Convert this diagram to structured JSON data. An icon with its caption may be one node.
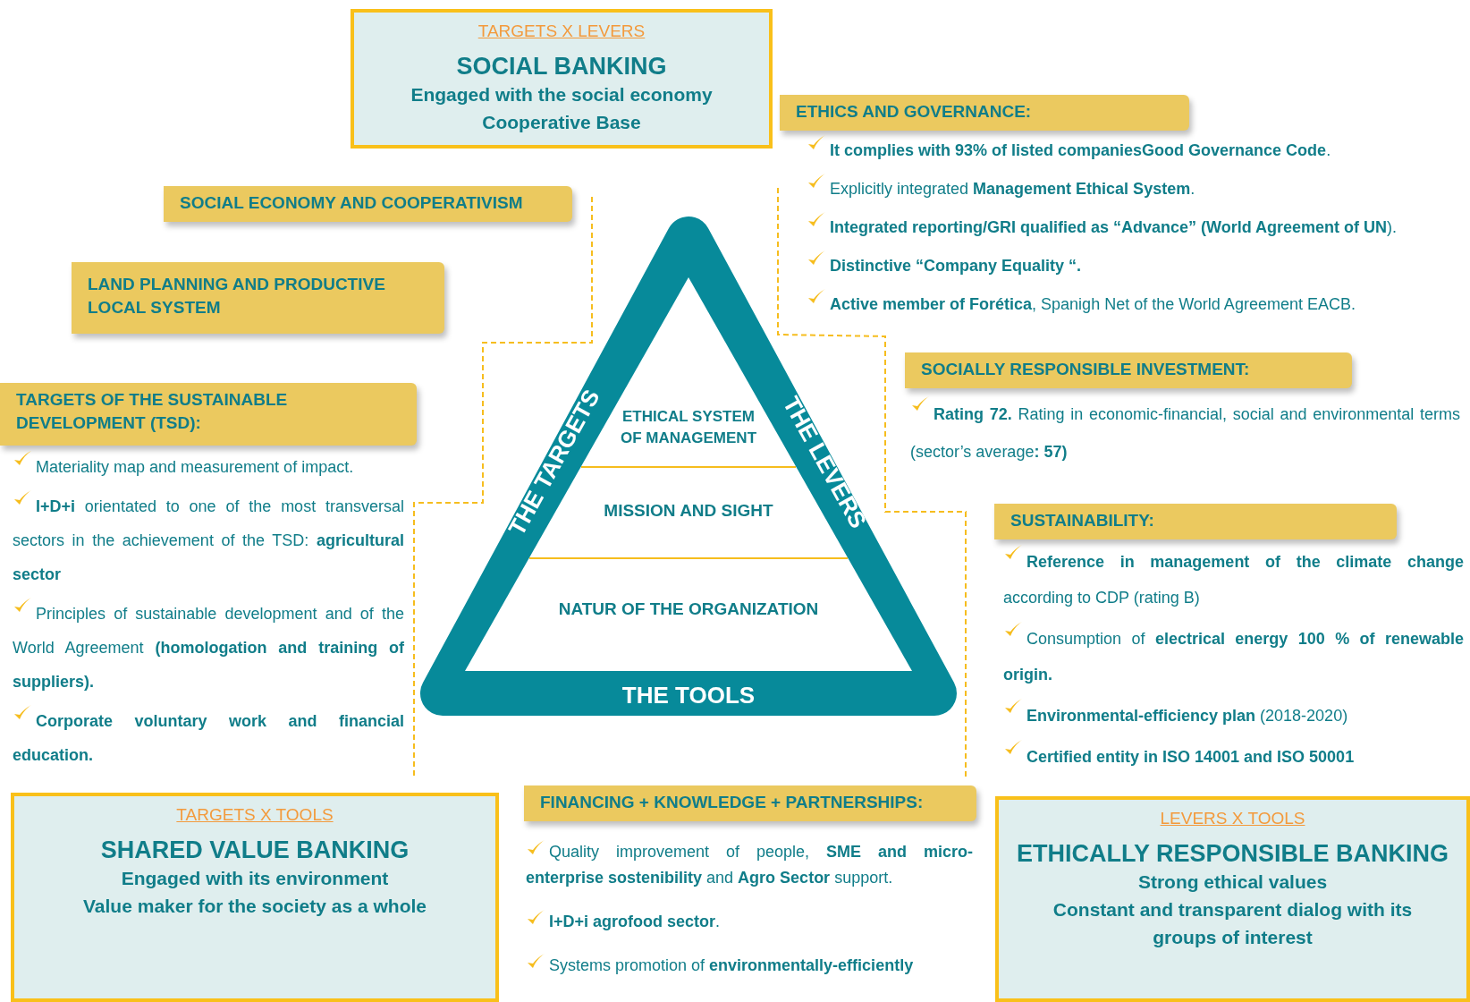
{
  "diagram": {
    "nodes": [
      {
        "text": [
          "TARGETS X LEVERS",
          "SOCIAL BANKING",
          "Engaged with the social economy",
          "Cooperative Base"
        ]
      },
      {
        "text": [
          "SOCIAL ECONOMY AND COOPERATIVISM"
        ]
      },
      {
        "text": [
          "LAND PLANNING AND PRODUCTIVE LOCAL SYSTEM"
        ]
      },
      {
        "text": [
          "TARGETS OF THE SUSTAINABLE DEVELOPMENT (TSD):"
        ]
      },
      {
        "text": [
          "ETHICS AND GOVERNANCE:"
        ]
      },
      {
        "text": [
          "SOCIALLY RESPONSIBLE INVESTMENT:"
        ]
      },
      {
        "text": [
          "SUSTAINABILITY:"
        ]
      },
      {
        "text": [
          "FINANCING + KNOWLEDGE + PARTNERSHIPS:"
        ]
      },
      {
        "text": [
          "TARGETS X TOOLS",
          "SHARED VALUE BANKING",
          "Engaged with its environment",
          "Value maker for the society as a whole"
        ]
      },
      {
        "text": [
          "LEVERS X TOOLS",
          "ETHICALLY RESPONSIBLE BANKING",
          "Strong ethical values",
          "Constant and transparent dialog with its groups of interest"
        ]
      },
      {
        "text": [
          "THE TARGETS",
          "THE LEVERS",
          "THE TOOLS"
        ]
      },
      {
        "text": [
          "ETHICAL SYSTEM OF MANAGEMENT"
        ],
        "in": 10
      },
      {
        "text": [
          "MISSION AND SIGHT"
        ],
        "in": 10
      },
      {
        "text": [
          "NATUR OF THE ORGANIZATION"
        ],
        "in": 10
      }
    ],
    "edges": [],
    "labels": [
      "**It complies with 93% of listed companiesGood Governance Code**.",
      "Explicitly integrated **Management Ethical System**.",
      "**Integrated reporting/GRI qualified as “Advance” (World Agreement of UN**).",
      "**Distinctive “Company Equality “.**",
      "**Active member of Forética**, Spanigh Net of the World Agreement EACB.",
      "**Rating 72.** Rating in economic-financial, social and environmental terms (sector’s average**: 57)**",
      "Materiality map and measurement of impact.",
      "**I+D+i** orientated to one of the most transversal sectors in the achievement of the TSD: **agricultural sector**",
      "Principles of sustainable development and of the World Agreement **(homologation and training of suppliers).**",
      "**Corporate voluntary work and financial education.**",
      "**Reference in management of the climate change** according to CDP (rating B)",
      "Consumption of **electrical energy 100 % of renewable origin.**",
      "**Environmental-efficiency plan** (2018-2020)",
      "**Certified entity in ISO 14001 and ISO 50001**",
      "Quality improvement of people, **SME and micro-enterprise sostenibility** and **Agro Sector** support.",
      "**I+D+i agrofood sector**.",
      "Systems promotion of **environmentally-efficiently**"
    ]
  }
}
